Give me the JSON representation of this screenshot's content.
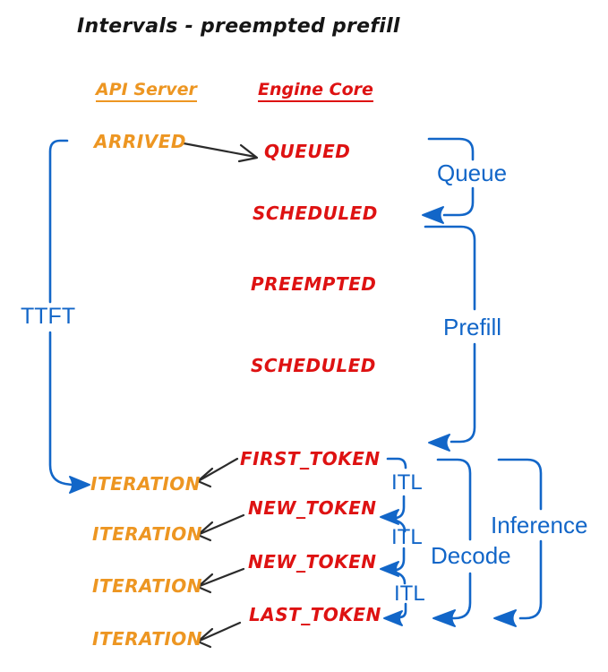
{
  "title": "Intervals - preempted prefill",
  "columns": {
    "api_server": "API Server",
    "engine_core": "Engine Core"
  },
  "api_events": {
    "arrived": "ARRIVED",
    "iteration_1": "ITERATION",
    "iteration_2": "ITERATION",
    "iteration_3": "ITERATION",
    "iteration_4": "ITERATION"
  },
  "engine_events": {
    "queued": "QUEUED",
    "scheduled_1": "SCHEDULED",
    "preempted": "PREEMPTED",
    "scheduled_2": "SCHEDULED",
    "first_token": "FIRST_TOKEN",
    "new_token_1": "NEW_TOKEN",
    "new_token_2": "NEW_TOKEN",
    "last_token": "LAST_TOKEN"
  },
  "intervals": {
    "ttft": "TTFT",
    "queue": "Queue",
    "prefill": "Prefill",
    "itl": "ITL",
    "decode": "Decode",
    "inference": "Inference"
  },
  "colors": {
    "api_server": "#ED9622",
    "engine_core": "#DE1212",
    "interval": "#1266C8",
    "arrow": "#2B2B2B",
    "title": "#161616"
  }
}
